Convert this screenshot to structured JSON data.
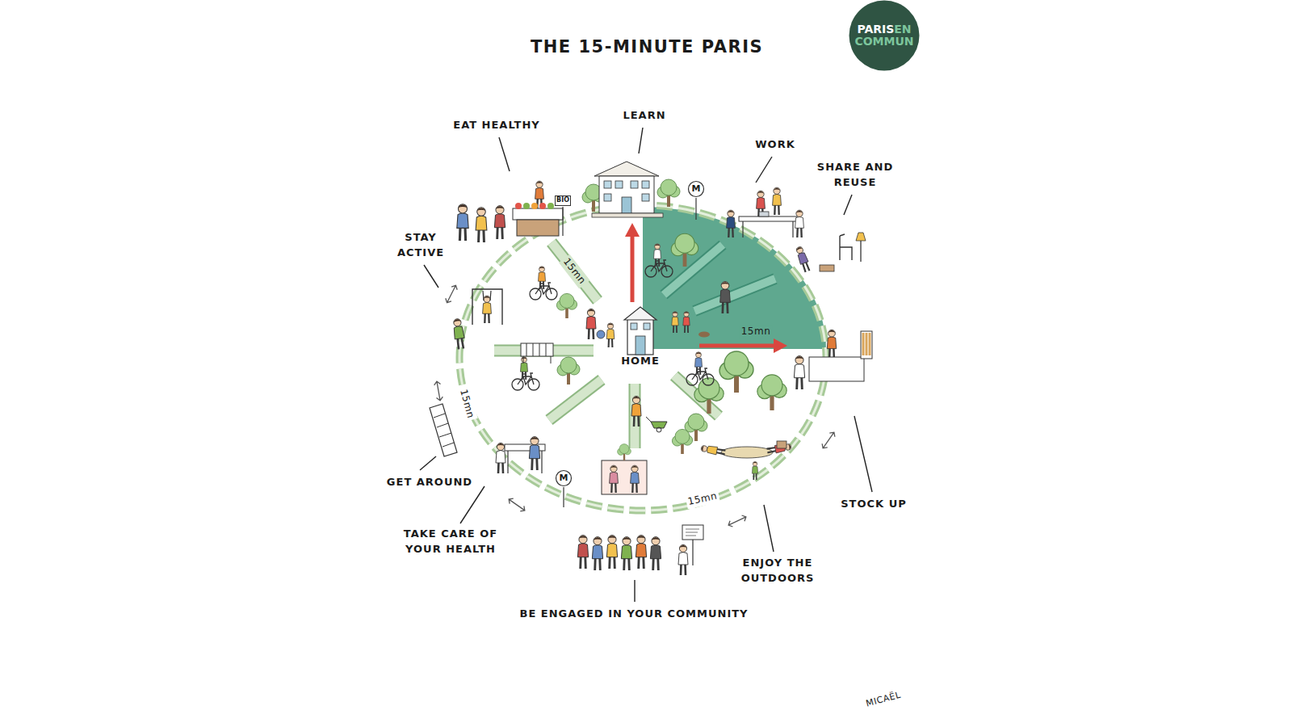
{
  "diagram": {
    "title": "THE 15-MINUTE PARIS",
    "nodes": [
      {
        "text": [
          "PARIS",
          "EN",
          "COMMUN"
        ]
      },
      {
        "text": [
          "BIO"
        ]
      },
      {
        "text": [
          "M"
        ]
      },
      {
        "text": [
          "HOME"
        ]
      },
      {
        "text": [
          "M"
        ]
      }
    ],
    "labels": [
      "EAT HEALTHY",
      "LEARN",
      "WORK",
      "SHARE AND REUSE",
      "STAY ACTIVE",
      "15mn",
      "15mn",
      "15mn",
      "STOCK UP",
      "GET AROUND",
      "TAKE CARE OF YOUR HEALTH",
      "15mn",
      "ENJOY THE OUTDOORS",
      "BE ENGAGED IN YOUR COMMUNITY",
      "MICAËL"
    ]
  }
}
